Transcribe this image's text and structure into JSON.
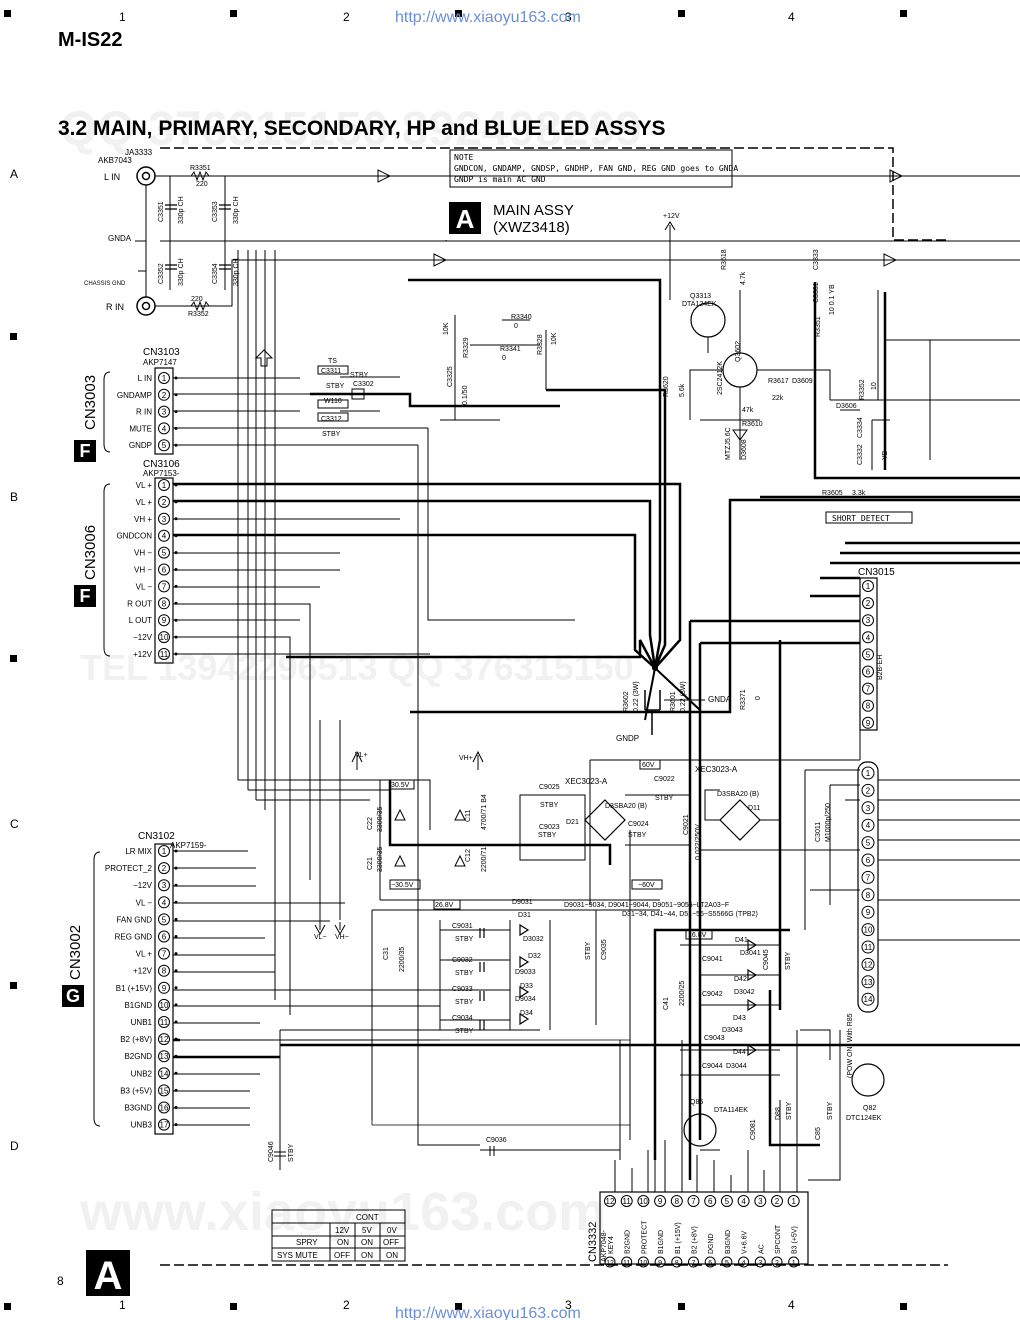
{
  "model": "M-IS22",
  "page_number": "8",
  "page_letter": "A",
  "title": "3.2 MAIN, PRIMARY, SECONDARY, HP and BLUE LED ASSYS",
  "url_top": "http://www.xiaoyu163.com",
  "url_bottom": "http://www.xiaoyu163.com",
  "watermark": "www.xiaoyu163.com",
  "grid": {
    "columns": [
      "1",
      "2",
      "3",
      "4"
    ],
    "rows": [
      "A",
      "B",
      "C",
      "D"
    ]
  },
  "note": {
    "heading": "NOTE",
    "line1": "GNDCON, GNDAMP, GNDSP, GNDHP, FAN GND, REG GND goes to GNDA",
    "line2": "GNDP is main AC GND"
  },
  "main_assy": {
    "badge": "A",
    "name": "MAIN ASSY",
    "code": "(XWZ3418)"
  },
  "jack": {
    "ja": "JA3333",
    "akb": "AKB7043",
    "l_in": "L IN",
    "r_in": "R IN",
    "gnda": "GNDA",
    "chassis_gnd": "CHASSIS GND"
  },
  "cn3103": {
    "name": "CN3103",
    "part": "AKP7147",
    "group": "CN3003",
    "badge": "F",
    "pins": [
      {
        "n": "1",
        "label": "L IN"
      },
      {
        "n": "2",
        "label": "GNDAMP"
      },
      {
        "n": "3",
        "label": "R IN"
      },
      {
        "n": "4",
        "label": "MUTE"
      },
      {
        "n": "5",
        "label": "GNDP"
      }
    ]
  },
  "cn3106": {
    "name": "CN3106",
    "part": "AKP7153-",
    "group": "CN3006",
    "badge": "F",
    "pins": [
      {
        "n": "1",
        "label": "VL +"
      },
      {
        "n": "2",
        "label": "VL +"
      },
      {
        "n": "3",
        "label": "VH +"
      },
      {
        "n": "4",
        "label": "GNDCON"
      },
      {
        "n": "5",
        "label": "VH −"
      },
      {
        "n": "6",
        "label": "VH −"
      },
      {
        "n": "7",
        "label": "VL −"
      },
      {
        "n": "8",
        "label": "R OUT"
      },
      {
        "n": "9",
        "label": "L OUT"
      },
      {
        "n": "10",
        "label": "−12V"
      },
      {
        "n": "11",
        "label": "+12V"
      }
    ]
  },
  "cn3102": {
    "name": "CN3102",
    "part": "AKP7159-",
    "group": "CN3002",
    "badge": "G",
    "pins": [
      {
        "n": "1",
        "label": "LR MIX"
      },
      {
        "n": "2",
        "label": "PROTECT_2"
      },
      {
        "n": "3",
        "label": "−12V"
      },
      {
        "n": "4",
        "label": "VL −"
      },
      {
        "n": "5",
        "label": "FAN GND"
      },
      {
        "n": "6",
        "label": "REG GND"
      },
      {
        "n": "7",
        "label": "VL +"
      },
      {
        "n": "8",
        "label": "+12V"
      },
      {
        "n": "9",
        "label": "B1 (+15V)"
      },
      {
        "n": "10",
        "label": "B1GND"
      },
      {
        "n": "11",
        "label": "UNB1"
      },
      {
        "n": "12",
        "label": "B2 (+8V)"
      },
      {
        "n": "13",
        "label": "B2GND"
      },
      {
        "n": "14",
        "label": "UNB2"
      },
      {
        "n": "15",
        "label": "B3 (+5V)"
      },
      {
        "n": "16",
        "label": "B3GND"
      },
      {
        "n": "17",
        "label": "UNB3"
      }
    ]
  },
  "cn3015": {
    "name": "CN3015",
    "part": "B2B-EH",
    "pins": [
      "1",
      "2",
      "3",
      "4",
      "5",
      "6",
      "7",
      "8",
      "9"
    ]
  },
  "cn3011": {
    "pins": [
      "1",
      "2",
      "3",
      "4",
      "5",
      "6",
      "7",
      "8",
      "9",
      "10",
      "11",
      "12",
      "13",
      "14"
    ]
  },
  "cn3332": {
    "name": "CN3332",
    "part": "AKP7048-",
    "pins": [
      {
        "n": "12",
        "label": "KEY4"
      },
      {
        "n": "11",
        "label": "B2GND"
      },
      {
        "n": "10",
        "label": "PROTECT"
      },
      {
        "n": "9",
        "label": "B1GND"
      },
      {
        "n": "8",
        "label": "B1 (+15V)"
      },
      {
        "n": "7",
        "label": "B2 (+8V)"
      },
      {
        "n": "6",
        "label": "DGND"
      },
      {
        "n": "5",
        "label": "B3GND"
      },
      {
        "n": "4",
        "label": "V+6.6V"
      },
      {
        "n": "3",
        "label": "AC"
      },
      {
        "n": "2",
        "label": "SPCONT"
      },
      {
        "n": "1",
        "label": "B3 (+5V)"
      }
    ]
  },
  "components": {
    "r3351": "R3351",
    "r3351_val": "220",
    "r3352": "R3352",
    "r3352_val": "220",
    "c3351": "C3351",
    "c3351_val": "330p CH",
    "c3353": "C3353",
    "c3353_val": "330p CH",
    "c3352": "C3352",
    "c3352_val": "330p CH",
    "c3354": "C3354",
    "c3354_val": "330p CH",
    "c3311": "C3311",
    "c3302": "C3302",
    "c3312": "C3312",
    "ts": "TS",
    "stby": "STBY",
    "w110": "W110",
    "r3329": "R3329",
    "r3329_val": "10K",
    "r3340": "R3340",
    "r3340_val": "0",
    "r3341": "R3341",
    "r3341_val": "0",
    "r3328": "R3328",
    "r3328_val": "10K",
    "c3325": "C3325",
    "c3325_val": "0.1/50",
    "q3313": "Q3313",
    "q3313_type": "DTA124EK",
    "r3618": "R3618",
    "r3618_val": "4.7k",
    "q3602": "Q3602",
    "q3602_type": "2SC2412K",
    "r3620": "R3620",
    "r3620_val": "5.6k",
    "r3617": "R3617",
    "r3617_val": "22k",
    "d3609": "D3609",
    "r3610": "R3610",
    "r3610_val": "47k",
    "d3608": "D3608",
    "d3608_type": "MTZJ5.6C",
    "c3331": "C3331",
    "c3333": "C3333",
    "c3331_val": "10 0.1 YB",
    "r3352b": "R3352",
    "r3352b_val": "10",
    "d3606": "D3606",
    "c3334": "C3334",
    "c3332": "C3332",
    "c3332_val": "YB",
    "r3605": "R3605",
    "r3605_val": "3.3k",
    "short_detect": "SHORT DETECT",
    "plus12v": "+12V",
    "r3602": "R3602",
    "r3602_val": "0.22 (3W)",
    "r3601": "R3601",
    "r3601_val": "0.22 (3W)",
    "r3371": "R3371",
    "r3371_val": "0",
    "gnda_node": "GNDA",
    "gndp_node": "GNDP",
    "vl_plus": "VL+",
    "vh_plus": "VH+",
    "vl_minus": "VL−",
    "vh_minus": "VH−",
    "v305": "30.5V",
    "vm305": "−30.5V",
    "v60": "60V",
    "vm60": "−60V",
    "xec_a": "XEC3023-A",
    "xec_b": "XEC3023-A",
    "c9025": "C9025",
    "c9022": "C9022",
    "c9023": "C9023",
    "c9024": "C9024",
    "c9021": "C9021",
    "c9021_val": "0.022/250V",
    "d21": "D21",
    "d21_type": "D3SBA20 (B)",
    "d11": "D11",
    "d11_type": "D3SBA20 (B)",
    "c3011": "C3011",
    "c3011_val": "M1000p/250",
    "c11": "C11",
    "c11_val": "4700/71 B4",
    "c12": "C12",
    "c12_val": "2200/71",
    "c22": "C22",
    "c22_val": "3300/35",
    "c21": "C21",
    "c21_val": "3300/35",
    "v268": "26.8V",
    "c31": "C31",
    "c31_val": "2200/35",
    "d9031": "D9031",
    "d31": "D31",
    "d9_list": "D9031−9034, D9041−9044, D9051−9055−LT2A03−F",
    "d3_list": "D31−34, D41−44, D51−55−S5566G (TPB2)",
    "c9031": "C9031",
    "c9032": "C9032",
    "c9033": "C9033",
    "c9034": "C9034",
    "d3032": "D3032",
    "d32": "D32",
    "d9033": "D9033",
    "d33": "D33",
    "d9034": "D9034",
    "d34": "D34",
    "c9035": "C9035",
    "v168": "16.8V",
    "d41": "D41",
    "d3041": "D3041",
    "c9041": "C9041",
    "d42": "D42",
    "d3042": "D3042",
    "c9042": "C9042",
    "c9045": "C9045",
    "c41": "C41",
    "c41_val": "2200/25",
    "d43": "D43",
    "d3043": "D3043",
    "c9043": "C9043",
    "d44": "D44",
    "d3044": "D3044",
    "c9044": "C9044",
    "q85": "Q85",
    "q85_type": "DTA114EK",
    "c9081": "C9081",
    "d88": "D88",
    "c85": "C85",
    "pow_on": "(POW ON) With R85",
    "q82": "Q82",
    "q82_type": "DTC124EK",
    "c9036": "C9036",
    "c9046": "C9046"
  },
  "cont_table": {
    "header": "CONT",
    "cols": [
      "",
      "12V",
      "5V",
      "0V"
    ],
    "rows": [
      [
        "SPRY",
        "ON",
        "ON",
        "OFF"
      ],
      [
        "SYS MUTE",
        "OFF",
        "ON",
        "ON"
      ]
    ]
  }
}
